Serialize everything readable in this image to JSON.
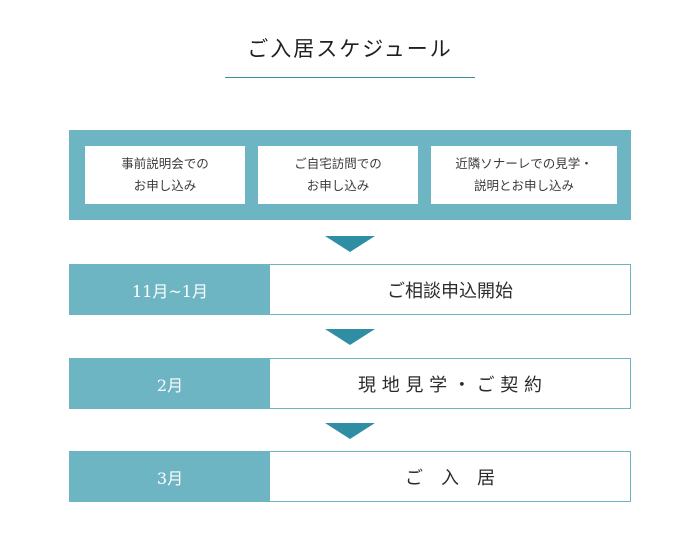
{
  "title": "ご入居スケジュール",
  "colors": {
    "accent": "#6eb5c3",
    "arrow": "#2f8ea4",
    "text": "#2b2b2b"
  },
  "methods": [
    {
      "line1": "事前説明会での",
      "line2": "お申し込み"
    },
    {
      "line1": "ご自宅訪問での",
      "line2": "お申し込み"
    },
    {
      "line1": "近隣ソナーレでの見学・",
      "line2": "説明とお申し込み"
    }
  ],
  "steps": [
    {
      "period": "11月~1月",
      "action": "ご相談申込開始"
    },
    {
      "period": "2月",
      "action": "現 地 見 学 ・ ご 契 約"
    },
    {
      "period": "3月",
      "action": "ご　入　居"
    }
  ]
}
